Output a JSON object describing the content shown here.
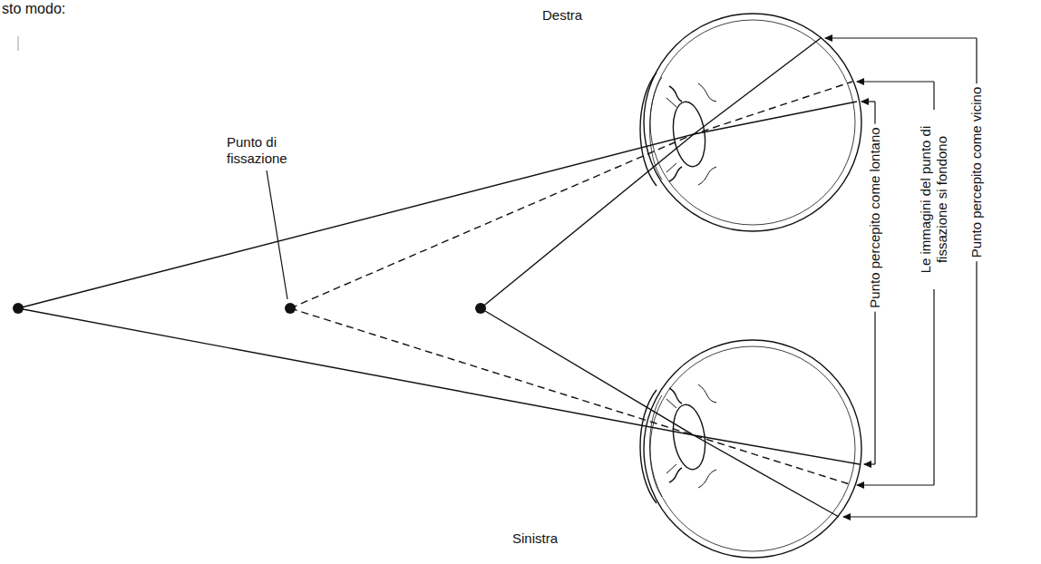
{
  "diagram": {
    "labels": [
      "sto modo:",
      "Destra",
      "Punto di fissazione",
      "Punto percepito come lontano",
      "Le immagini del punto di fissazione si fondono",
      "Punto percepito come vicino",
      "Sinistra"
    ]
  }
}
